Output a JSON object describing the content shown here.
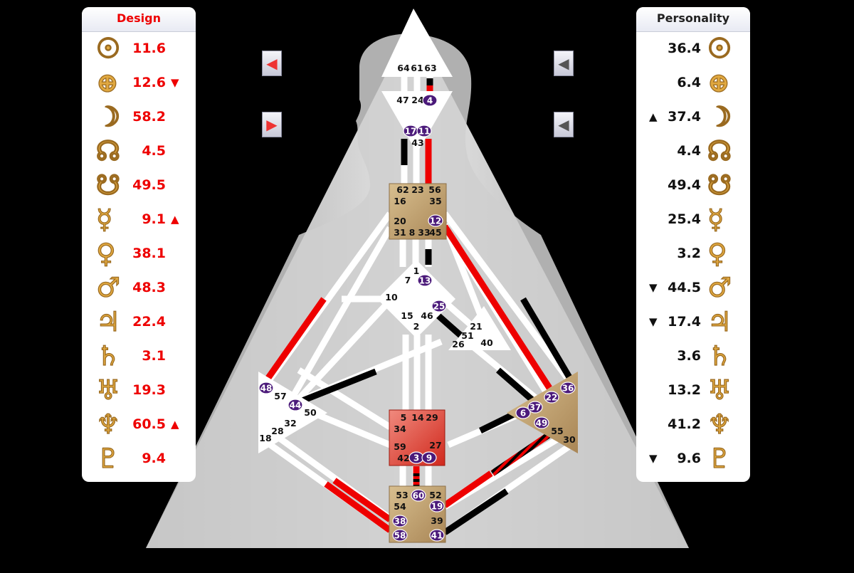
{
  "design": {
    "title": "Design",
    "rows": [
      {
        "planet": "sun-icon",
        "glyph": "☉",
        "value": "11.6",
        "arrow": ""
      },
      {
        "planet": "earth-icon",
        "glyph": "⊕",
        "value": "12.6",
        "arrow": "▼"
      },
      {
        "planet": "moon-icon",
        "glyph": "☽",
        "value": "58.2",
        "arrow": ""
      },
      {
        "planet": "north-node-icon",
        "glyph": "☊",
        "value": "4.5",
        "arrow": ""
      },
      {
        "planet": "south-node-icon",
        "glyph": "☋",
        "value": "49.5",
        "arrow": ""
      },
      {
        "planet": "mercury-icon",
        "glyph": "☿",
        "value": "9.1",
        "arrow": "▲"
      },
      {
        "planet": "venus-icon",
        "glyph": "♀",
        "value": "38.1",
        "arrow": ""
      },
      {
        "planet": "mars-icon",
        "glyph": "♂",
        "value": "48.3",
        "arrow": ""
      },
      {
        "planet": "jupiter-icon",
        "glyph": "♃",
        "value": "22.4",
        "arrow": ""
      },
      {
        "planet": "saturn-icon",
        "glyph": "♄",
        "value": "3.1",
        "arrow": ""
      },
      {
        "planet": "uranus-icon",
        "glyph": "♅",
        "value": "19.3",
        "arrow": ""
      },
      {
        "planet": "neptune-icon",
        "glyph": "♆",
        "value": "60.5",
        "arrow": "▲"
      },
      {
        "planet": "pluto-icon",
        "glyph": "♇",
        "value": "9.4",
        "arrow": ""
      }
    ]
  },
  "personality": {
    "title": "Personality",
    "rows": [
      {
        "planet": "sun-icon",
        "glyph": "☉",
        "value": "36.4",
        "arrow": ""
      },
      {
        "planet": "earth-icon",
        "glyph": "⊕",
        "value": "6.4",
        "arrow": ""
      },
      {
        "planet": "moon-icon",
        "glyph": "☽",
        "value": "37.4",
        "arrow": "▲"
      },
      {
        "planet": "north-node-icon",
        "glyph": "☊",
        "value": "4.4",
        "arrow": ""
      },
      {
        "planet": "south-node-icon",
        "glyph": "☋",
        "value": "49.4",
        "arrow": ""
      },
      {
        "planet": "mercury-icon",
        "glyph": "☿",
        "value": "25.4",
        "arrow": ""
      },
      {
        "planet": "venus-icon",
        "glyph": "♀",
        "value": "3.2",
        "arrow": ""
      },
      {
        "planet": "mars-icon",
        "glyph": "♂",
        "value": "44.5",
        "arrow": "▼"
      },
      {
        "planet": "jupiter-icon",
        "glyph": "♃",
        "value": "17.4",
        "arrow": "▼"
      },
      {
        "planet": "saturn-icon",
        "glyph": "♄",
        "value": "3.6",
        "arrow": ""
      },
      {
        "planet": "uranus-icon",
        "glyph": "♅",
        "value": "13.2",
        "arrow": ""
      },
      {
        "planet": "neptune-icon",
        "glyph": "♆",
        "value": "41.2",
        "arrow": ""
      },
      {
        "planet": "pluto-icon",
        "glyph": "♇",
        "value": "9.6",
        "arrow": "▼"
      }
    ]
  },
  "nav": {
    "design_prev": "◀",
    "design_next": "▶",
    "personality_prev": "◀",
    "personality_next": "◀"
  },
  "colors": {
    "design": "#e60000",
    "personality": "#000000",
    "defined_center_tan": "#c9a877",
    "defined_center_red": "#e0463a",
    "undefined_center": "#ffffff",
    "gate_circle": "#4b1a7a"
  },
  "centers": {
    "head": {
      "gates": [
        "64",
        "61",
        "63"
      ]
    },
    "ajna": {
      "gates": [
        "47",
        "24",
        "4",
        "17",
        "11",
        "43"
      ]
    },
    "throat": {
      "gates": [
        "62",
        "23",
        "56",
        "16",
        "35",
        "20",
        "12",
        "31",
        "8",
        "33",
        "45"
      ]
    },
    "g": {
      "gates": [
        "1",
        "7",
        "13",
        "10",
        "15",
        "46",
        "25",
        "2"
      ]
    },
    "heart": {
      "gates": [
        "21",
        "51",
        "26",
        "40"
      ]
    },
    "spleen": {
      "gates": [
        "48",
        "57",
        "44",
        "50",
        "32",
        "28",
        "18"
      ]
    },
    "sacral": {
      "gates": [
        "5",
        "14",
        "29",
        "34",
        "27",
        "59",
        "42",
        "3",
        "9"
      ]
    },
    "solar_plexus": {
      "gates": [
        "36",
        "22",
        "6",
        "37",
        "49",
        "55",
        "30"
      ]
    },
    "root": {
      "gates": [
        "53",
        "60",
        "52",
        "54",
        "19",
        "38",
        "39",
        "58",
        "41"
      ]
    }
  }
}
